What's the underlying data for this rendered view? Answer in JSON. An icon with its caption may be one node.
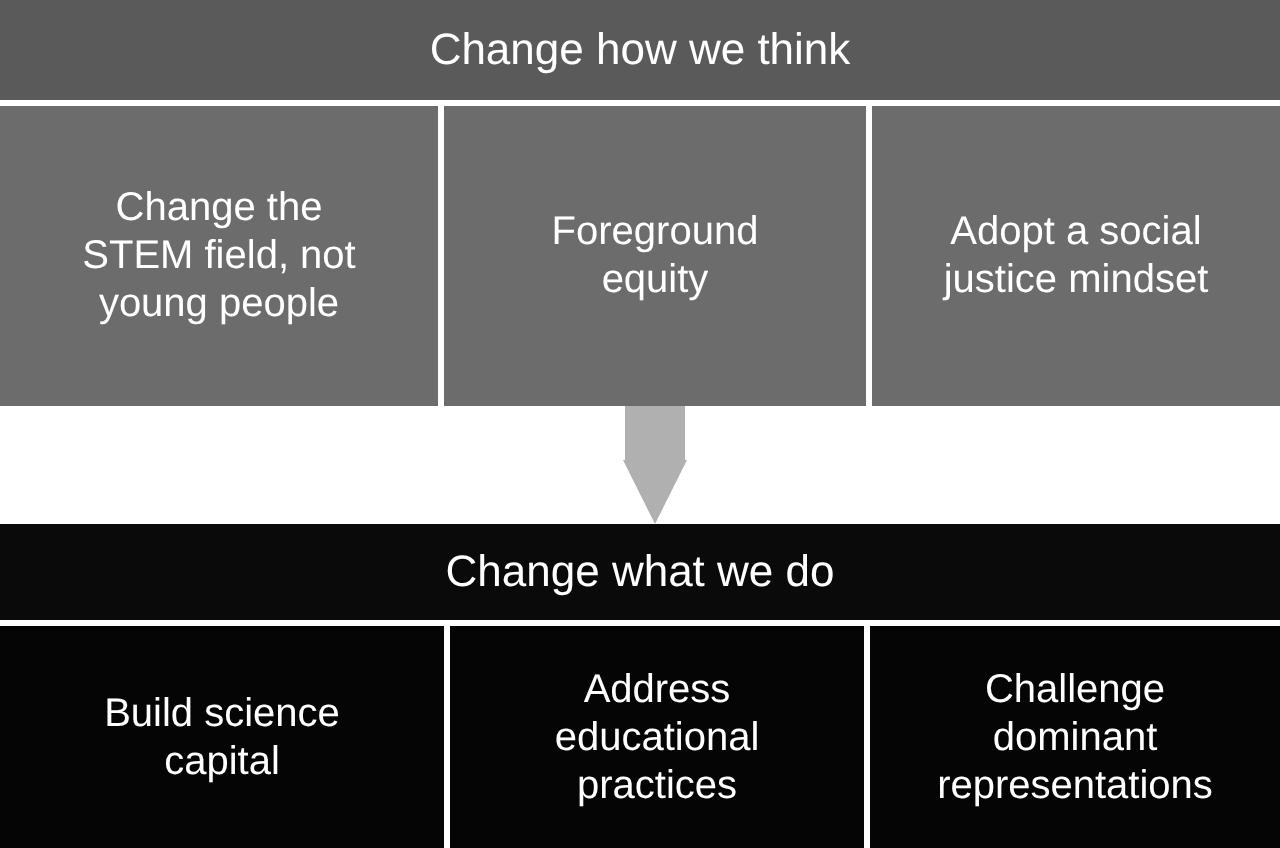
{
  "diagram": {
    "nodes": [
      {
        "text": [
          "Change how we think"
        ]
      },
      {
        "text": [
          "Change the STEM field, not young people"
        ]
      },
      {
        "text": [
          "Foreground equity"
        ]
      },
      {
        "text": [
          "Adopt a social justice mindset"
        ]
      },
      {
        "text": [
          "Change what we do"
        ]
      },
      {
        "text": [
          "Build science capital"
        ]
      },
      {
        "text": [
          "Address educational practices"
        ]
      },
      {
        "text": [
          "Challenge dominant representations"
        ]
      }
    ],
    "edges": [
      {
        "from": 2,
        "to": 4,
        "arrow": "to"
      }
    ]
  }
}
